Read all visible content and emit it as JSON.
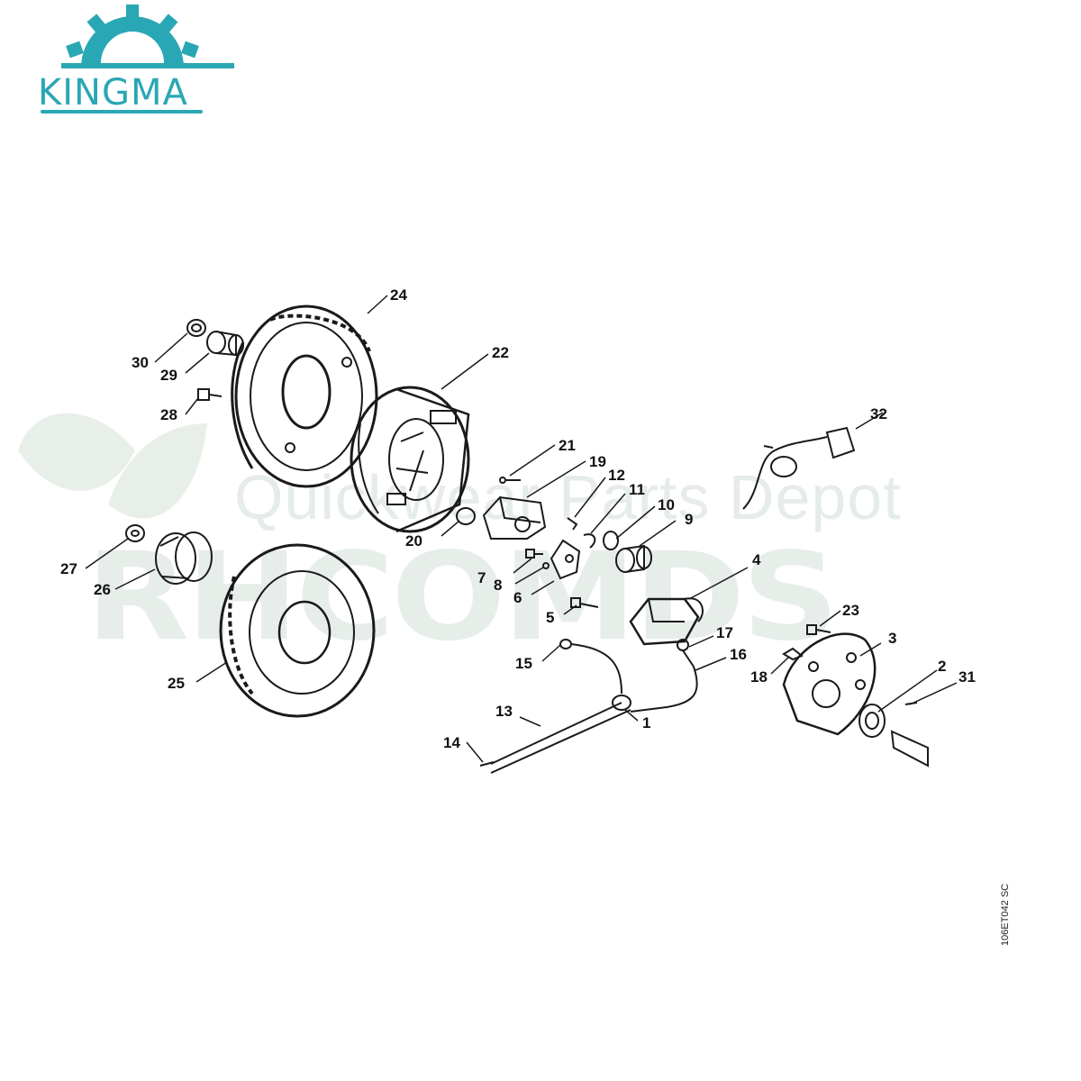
{
  "brand": {
    "logo_text": "KINGMA",
    "accent_color": "#2aa7b4"
  },
  "watermark": {
    "text": "Quickwear Parts Depot",
    "big_text": "RHCOMDS",
    "icon": "leaf-icon"
  },
  "drawing_code": "106ET042 SC",
  "callouts": [
    "1",
    "2",
    "3",
    "4",
    "5",
    "6",
    "7",
    "8",
    "9",
    "10",
    "11",
    "12",
    "13",
    "14",
    "15",
    "16",
    "17",
    "18",
    "19",
    "20",
    "21",
    "22",
    "23",
    "24",
    "25",
    "26",
    "27",
    "28",
    "29",
    "30",
    "31",
    "32"
  ]
}
